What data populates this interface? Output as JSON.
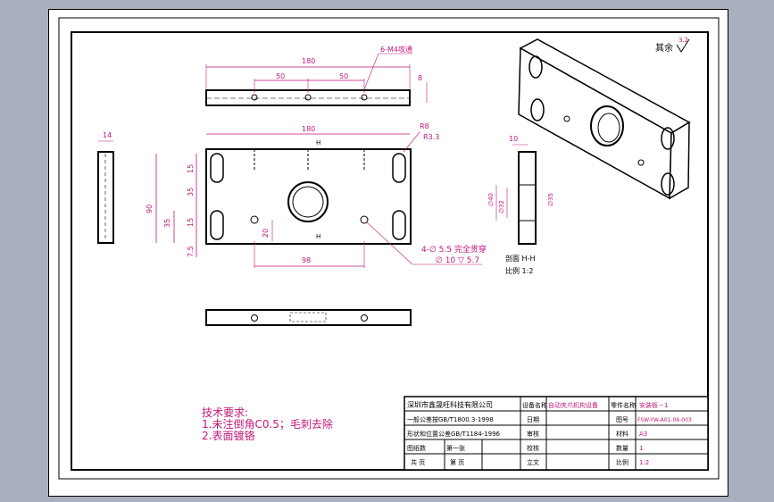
{
  "colors": {
    "background": "#a8b0bd",
    "sheet": "#ffffff",
    "line": "#000000",
    "dimension": "#c2187a"
  },
  "surface_finish": {
    "label": "其余",
    "value": "3.2"
  },
  "top_view": {
    "overall": "180",
    "half_left": "50",
    "half_right": "50",
    "thread_note": "6-M4攻通",
    "height": "8"
  },
  "front_view": {
    "width": "180",
    "radius": "R8",
    "radius2": "R3.3",
    "section_marker": "H",
    "section_marker_bottom": "H",
    "left_dims": [
      "15",
      "35",
      "15",
      "7.5"
    ],
    "overall_height": "90",
    "left_mid": "35",
    "hole_offset": "20",
    "hole_span": "98"
  },
  "side_view": {
    "thickness": "14"
  },
  "hole_note": {
    "line1": "4-∅ 5.5 完全贯穿",
    "line2": "∅ 10 ▽ 5.7"
  },
  "section_view": {
    "width": "10",
    "dim_a": "∅40",
    "dim_b": "∅32",
    "dim_c": "∅35",
    "title": "剖面 H-H",
    "scale": "比例 1:2"
  },
  "tech_notes": {
    "title": "技术要求:",
    "line1": "1.未注倒角C0.5；毛刺去除",
    "line2": "2.表面镀铬"
  },
  "title_block": {
    "company": "深圳市鑫晟旺科技有限公司",
    "row2_left": "一般公差按GB/T1800.3-1998",
    "row3_left": "形状和位置公差GB/T1184-1996",
    "row4_left": "图纸数",
    "row4_mid": "第一张",
    "row5_left": "共  页",
    "row5_mid": "第  页",
    "col_a": [
      "设备名称",
      "日期",
      "审核",
      "校核",
      "立文"
    ],
    "equip_name": "自动夹爪机构设备",
    "col_b": [
      "零件名称",
      "图号",
      "材料",
      "数量",
      "比例"
    ],
    "col_c": [
      "安装板－1",
      "FSW-YW-A01-06-003",
      "A3",
      "1",
      "1:2"
    ]
  }
}
